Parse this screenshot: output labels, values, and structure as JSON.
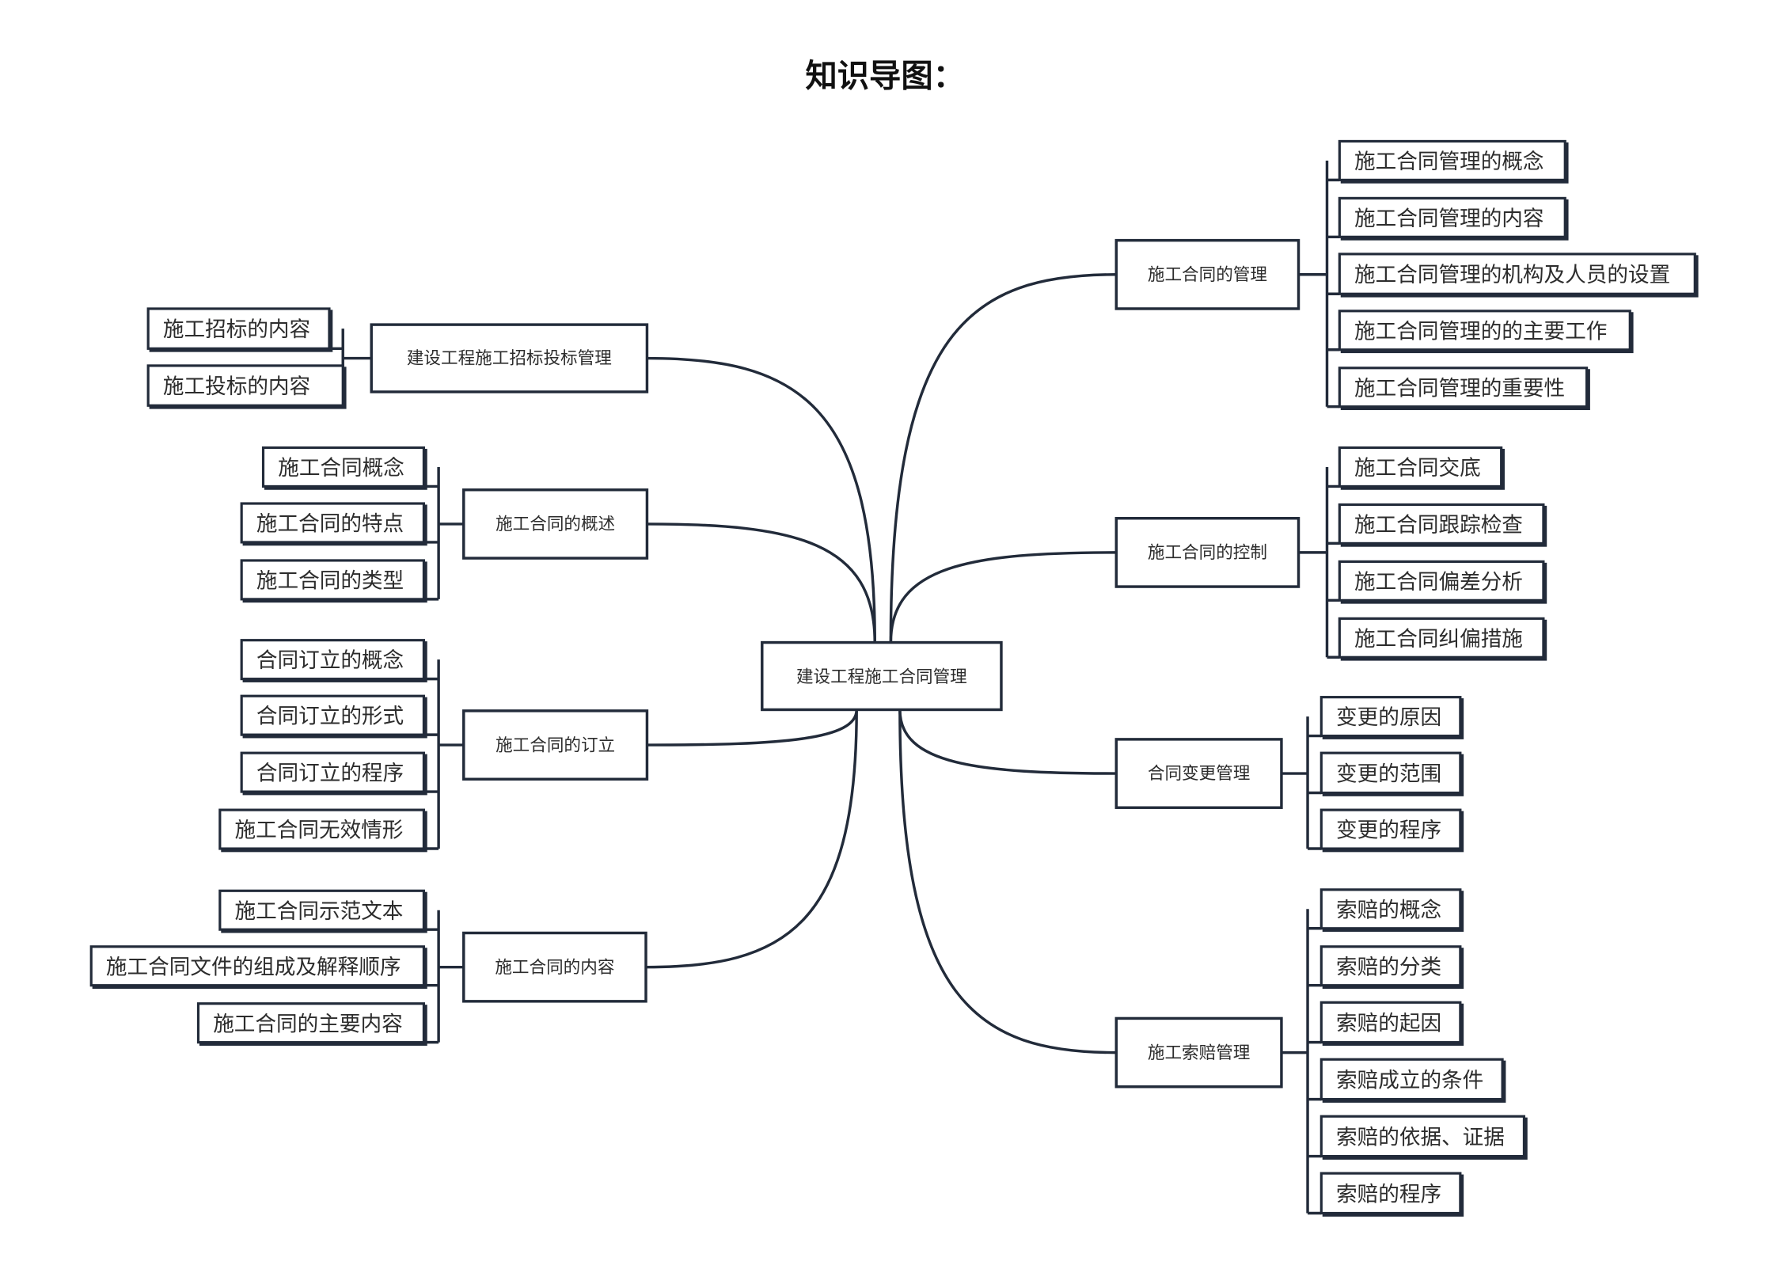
{
  "title": "知识导图：",
  "root": "建设工程施工合同管理",
  "branches": [
    {
      "label": "建设工程施工招标投标管理",
      "children": [
        "施工招标的内容",
        "施工投标的内容"
      ]
    },
    {
      "label": "施工合同的概述",
      "children": [
        "施工合同概念",
        "施工合同的特点",
        "施工合同的类型"
      ]
    },
    {
      "label": "施工合同的订立",
      "children": [
        "合同订立的概念",
        "合同订立的形式",
        "合同订立的程序",
        "施工合同无效情形"
      ]
    },
    {
      "label": "施工合同的内容",
      "children": [
        "施工合同示范文本",
        "施工合同文件的组成及解释顺序",
        "施工合同的主要内容"
      ]
    },
    {
      "label": "施工合同的管理",
      "children": [
        "施工合同管理的概念",
        "施工合同管理的内容",
        "施工合同管理的机构及人员的设置",
        "施工合同管理的的主要工作",
        "施工合同管理的重要性"
      ]
    },
    {
      "label": "施工合同的控制",
      "children": [
        "施工合同交底",
        "施工合同跟踪检查",
        "施工合同偏差分析",
        "施工合同纠偏措施"
      ]
    },
    {
      "label": "合同变更管理",
      "children": [
        "变更的原因",
        "变更的范围",
        "变更的程序"
      ]
    },
    {
      "label": "施工索赔管理",
      "children": [
        "索赔的概念",
        "索赔的分类",
        "索赔的起因",
        "索赔成立的条件",
        "索赔的依据、证据",
        "索赔的程序"
      ]
    }
  ],
  "colors": {
    "line": "#222b3a",
    "text": "#2c2c2c",
    "background": "#ffffff"
  }
}
